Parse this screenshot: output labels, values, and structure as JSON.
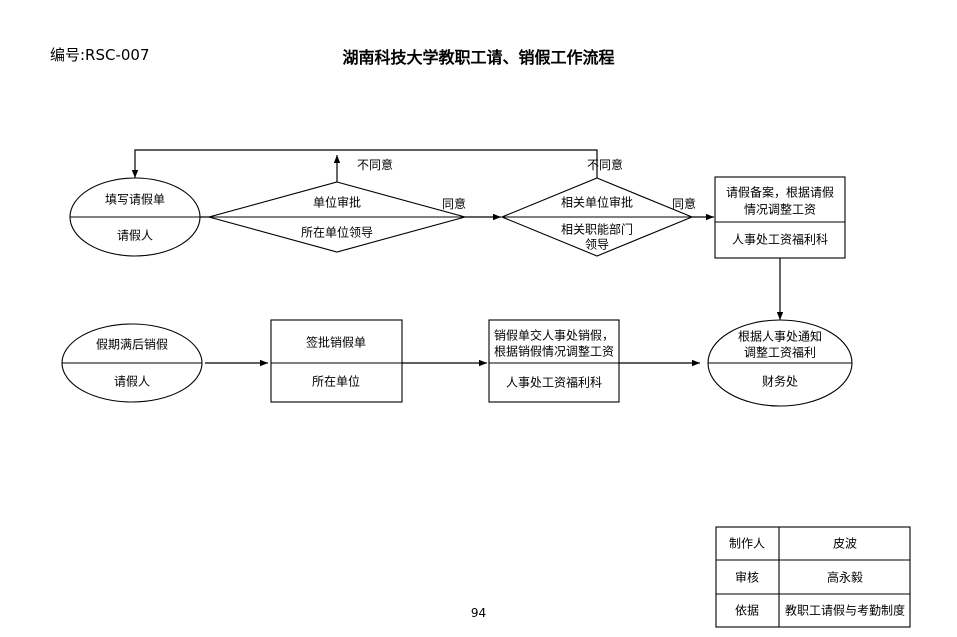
{
  "document": {
    "code_label": "编号:RSC-007",
    "title": "湖南科技大学教职工请、销假工作流程",
    "page_number": "94"
  },
  "colors": {
    "stroke": "#000000",
    "fill": "#ffffff",
    "text": "#000000"
  },
  "flow": {
    "nodes": [
      {
        "id": "apply-form",
        "shape": "ellipse",
        "action": "填写请假单",
        "actor": "请假人"
      },
      {
        "id": "unit-approval",
        "shape": "diamond",
        "action": "单位审批",
        "actor": "所在单位领导"
      },
      {
        "id": "related-unit-approval",
        "shape": "diamond",
        "action": "相关单位审批",
        "actor_line1": "相关职能部门",
        "actor_line2": "领导"
      },
      {
        "id": "leave-record",
        "shape": "box",
        "action_line1": "请假备案，根据请假",
        "action_line2": "情况调整工资",
        "actor": "人事处工资福利科"
      },
      {
        "id": "return-from-leave",
        "shape": "ellipse",
        "action": "假期满后销假",
        "actor": "请假人"
      },
      {
        "id": "sign-return-form",
        "shape": "box",
        "action": "签批销假单",
        "actor": "所在单位"
      },
      {
        "id": "submit-return-form",
        "shape": "box",
        "action_line1": "销假单交人事处销假，",
        "action_line2": "根据销假情况调整工资",
        "actor": "人事处工资福利科"
      },
      {
        "id": "adjust-salary",
        "shape": "ellipse",
        "action_line1": "根据人事处通知",
        "action_line2": "调整工资福利",
        "actor": "财务处"
      }
    ],
    "edge_labels": {
      "reject_1": "不同意",
      "reject_2": "不同意",
      "agree_1": "同意",
      "agree_2": "同意"
    }
  },
  "signoff_table": {
    "rows": [
      {
        "label": "制作人",
        "value": "皮波"
      },
      {
        "label": "审核",
        "value": "高永毅"
      },
      {
        "label": "依据",
        "value": "教职工请假与考勤制度"
      }
    ]
  }
}
